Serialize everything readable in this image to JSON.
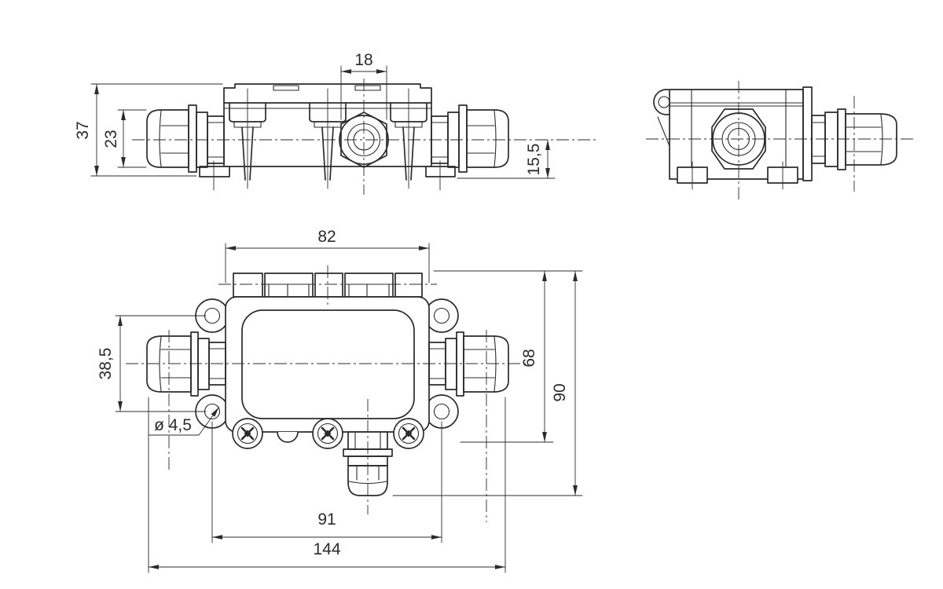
{
  "drawing": {
    "background_color": "#ffffff",
    "line_color": "#2b2b2b",
    "views": {
      "side_elevation": {
        "dims": {
          "boss_width": "18",
          "overall_height": "37",
          "gland_cap_diameter": "23",
          "center_to_base": "15,5"
        }
      },
      "plan_view": {
        "dims": {
          "body_width": "82",
          "mounting_hole_spacing_v": "38,5",
          "mounting_hole_dia": "ø 4,5",
          "body_height": "68",
          "overall_height": "90",
          "mounting_hole_spacing_h": "91",
          "overall_length": "144"
        }
      }
    }
  }
}
